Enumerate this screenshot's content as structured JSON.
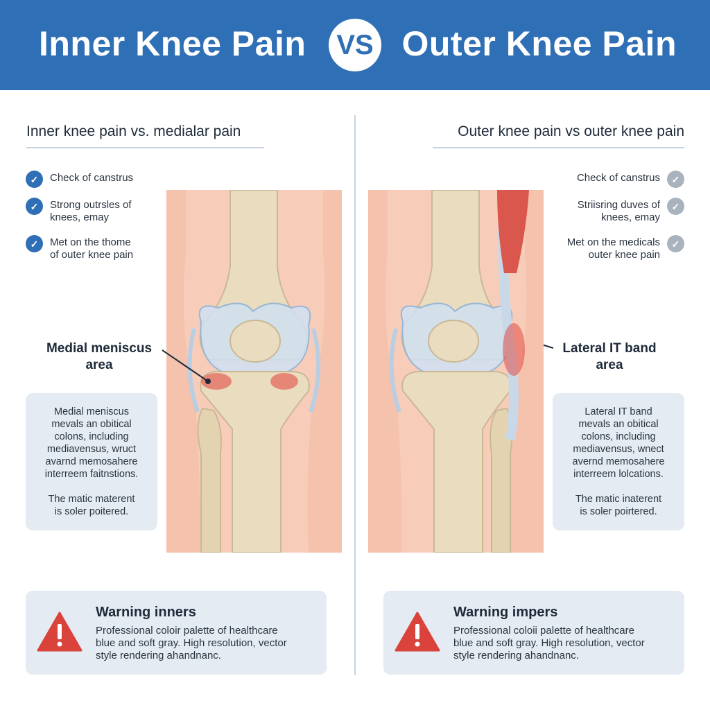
{
  "header": {
    "left_title": "Inner Knee Pain",
    "vs": "VS",
    "right_title": "Outer Knee Pain"
  },
  "left": {
    "subtitle": "Inner knee pain vs. medialar pain",
    "checks": [
      "Check of canstrus",
      "Strong outrsles of\nknees, emay",
      "Met on the thome\nof outer knee pain"
    ],
    "area_label": "Medial meniscus\narea",
    "info_p1": "Medial meniscus\nmevals an obitical\ncolons, including\nmediavensus, wruct\navarnd memosahere\ninterreem faitnstions.",
    "info_p2": "The matic materent\nis soler poitered.",
    "warning_title": "Warning inners",
    "warning_body": "Professional coloir palette of healthcare\nblue and soft gray. High resolution, vector\nstyle rendering ahandnanc."
  },
  "right": {
    "subtitle": "Outer knee pain vs outer knee pain",
    "checks": [
      "Check of canstrus",
      "Striisring duves of\nknees, emay",
      "Met on the medicals\nouter knee pain"
    ],
    "area_label": "Lateral IT band\narea",
    "info_p1": "Lateral IT band\nmevals an obitical\ncolons, including\nmediavensus, wnect\navernd memosahere\ninterreem lolcations.",
    "info_p2": "The matic inaterent\nis soler poirtered.",
    "warning_title": "Warning impers",
    "warning_body": "Professional coloii palette of healthcare\nblue and soft gray. High resolution, vector\nstyle rendering ahandnanc."
  },
  "colors": {
    "header_blue": "#2f6fb5",
    "check_blue": "#2f6fb5",
    "check_gray": "#a9b3bd",
    "box_bg": "#e4ebf3",
    "skin": "#f4c2ad",
    "bone": "#eadcbe",
    "cartilage": "#cfe0f2",
    "pain_red": "#e0403a",
    "warning_red": "#d9433b"
  },
  "icons": {
    "check": "check-circle-icon",
    "warning": "warning-triangle-icon"
  }
}
